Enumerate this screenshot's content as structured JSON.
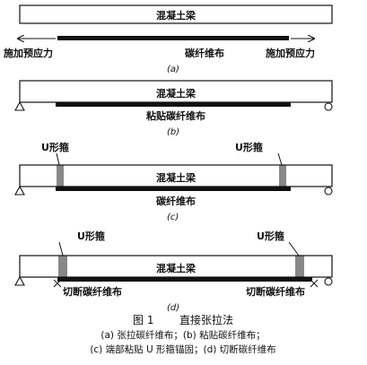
{
  "panel_a": {
    "beam_label": "混凝土梁",
    "cfrp_label": "碳纤维布",
    "left_force_label": "施加预应力",
    "right_force_label": "施加预应力",
    "sublabel": "(a)"
  },
  "panel_b": {
    "beam_label": "混凝土梁",
    "cfrp_label": "粘贴碳纤维布",
    "sublabel": "(b)"
  },
  "panel_c": {
    "beam_label": "混凝土梁",
    "cfrp_label": "碳纤维布",
    "u_left_label": "U形箍",
    "u_right_label": "U形箍",
    "sublabel": "(c)"
  },
  "panel_d": {
    "beam_label": "混凝土梁",
    "u_left_label": "U形箍",
    "u_right_label": "U形箍",
    "cut_left_label": "切断碳纤维布",
    "cut_right_label": "切断碳纤维布",
    "sublabel": "(d)"
  },
  "figure": {
    "number": "图 1",
    "title": "直接张拉法",
    "caption_line1": "(a) 张拉碳纤维布；(b) 粘贴碳纤维布；",
    "caption_line2": "(c) 端部粘贴 U 形箍锚固；(d) 切断碳纤维布"
  }
}
